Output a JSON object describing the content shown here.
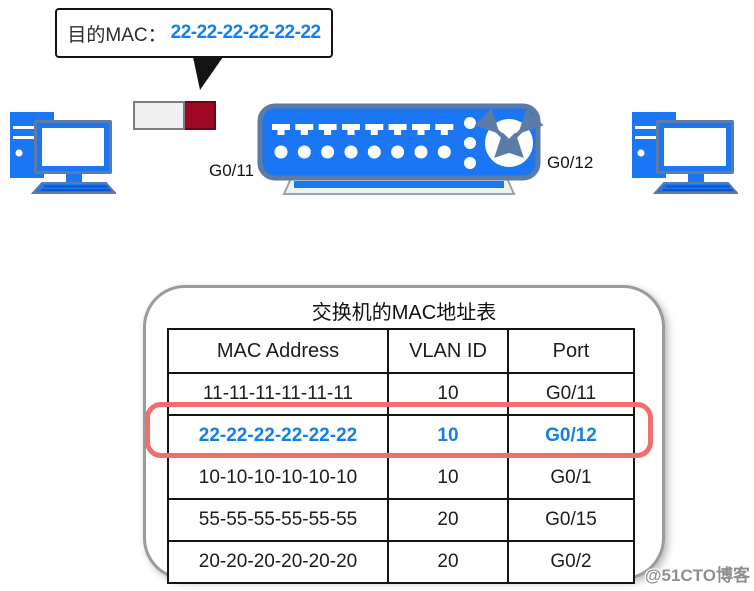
{
  "colors": {
    "accent_blue": "#1280e8",
    "device_blue": "#1a76f2",
    "device_slate": "#5c7ba6",
    "frame_tag_red": "#9e0823",
    "highlight_red": "#ee6f6b"
  },
  "callout": {
    "label": "目的MAC：",
    "value": "22-22-22-22-22-22"
  },
  "port_labels": {
    "left": "G0/11",
    "right": "G0/12"
  },
  "mac_table": {
    "title": "交换机的MAC地址表",
    "headers": [
      "MAC Address",
      "VLAN ID",
      "Port"
    ],
    "rows": [
      {
        "cells": [
          "11-11-11-11-11-11",
          "10",
          "G0/11"
        ],
        "highlighted": false
      },
      {
        "cells": [
          "22-22-22-22-22-22",
          "10",
          "G0/12"
        ],
        "highlighted": true
      },
      {
        "cells": [
          "10-10-10-10-10-10",
          "10",
          "G0/1"
        ],
        "highlighted": false
      },
      {
        "cells": [
          "55-55-55-55-55-55",
          "20",
          "G0/15"
        ],
        "highlighted": false
      },
      {
        "cells": [
          "20-20-20-20-20-20",
          "20",
          "G0/2"
        ],
        "highlighted": false
      }
    ]
  },
  "watermark": "@51CTO博客"
}
